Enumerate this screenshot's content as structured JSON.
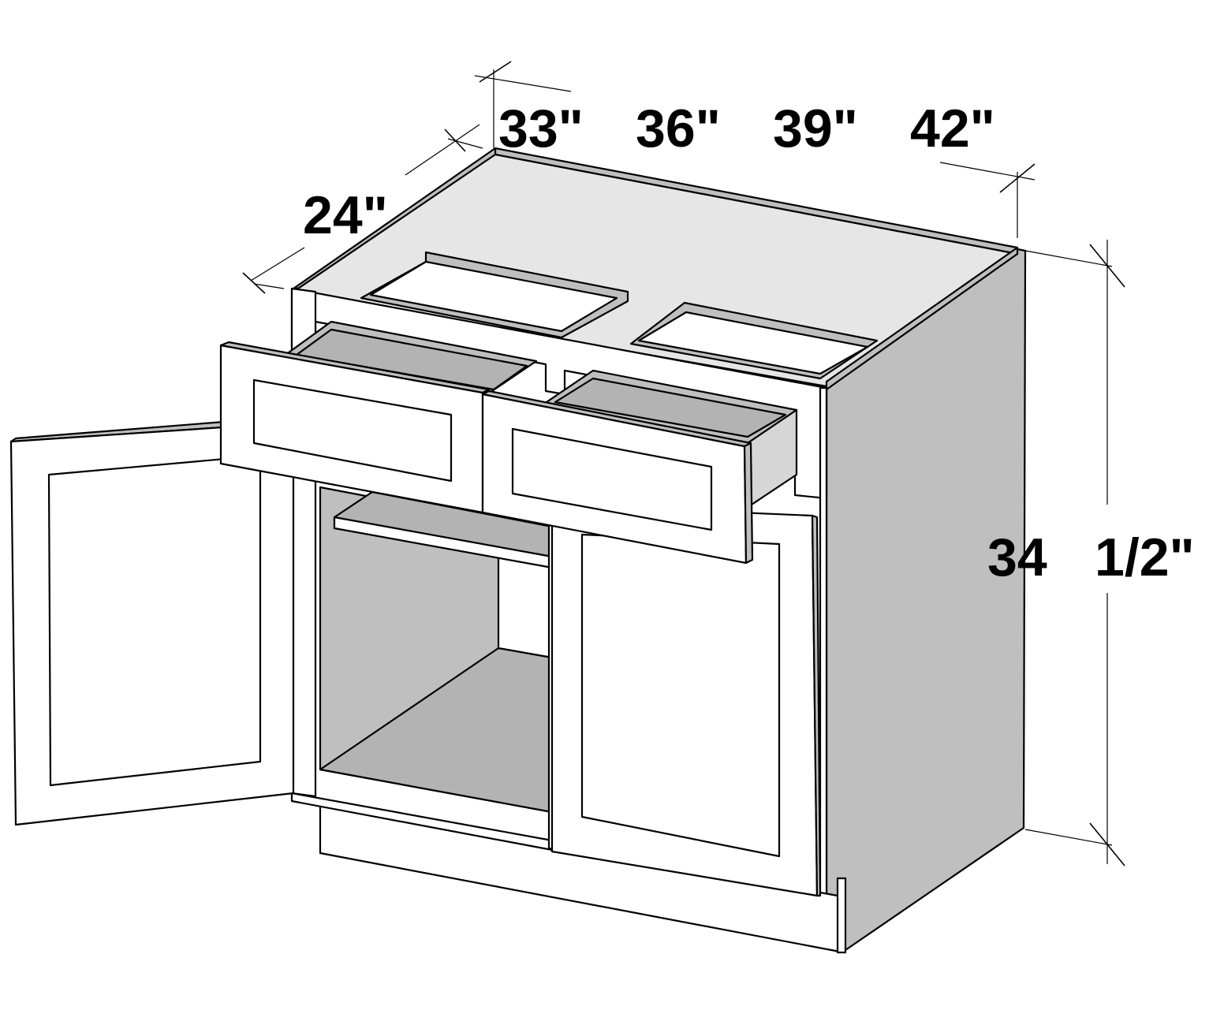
{
  "dimensions": {
    "width_options": [
      "33\"",
      "36\"",
      "39\"",
      "42\""
    ],
    "depth": "24\"",
    "height_whole": "34",
    "height_fraction": "1/2\""
  },
  "colors": {
    "panel_gray": "#bfbfbf",
    "interior_gray": "#b3b3b3",
    "light_gray": "#d6d6d6",
    "face_white": "#ffffff",
    "line": "#000000"
  }
}
